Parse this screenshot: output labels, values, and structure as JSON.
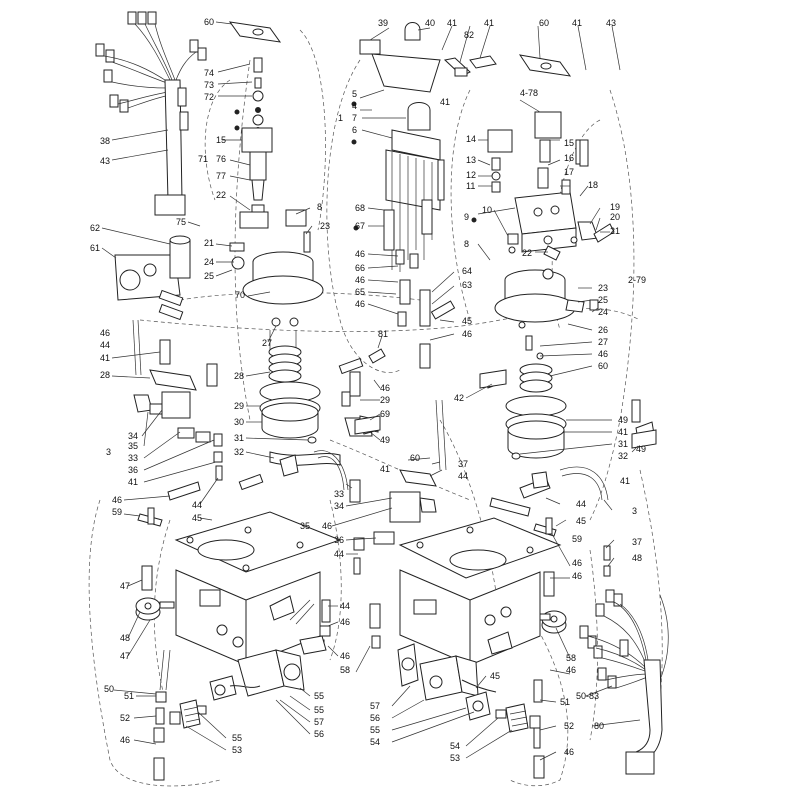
{
  "callouts": [
    {
      "id": "c1",
      "text": "60"
    },
    {
      "id": "c2",
      "text": "39"
    },
    {
      "id": "c3",
      "text": "40"
    },
    {
      "id": "c4",
      "text": "41"
    },
    {
      "id": "c5",
      "text": "82"
    },
    {
      "id": "c6",
      "text": "41"
    },
    {
      "id": "c7",
      "text": "60"
    },
    {
      "id": "c8",
      "text": "41"
    },
    {
      "id": "c9",
      "text": "43"
    },
    {
      "id": "c10",
      "text": "74"
    },
    {
      "id": "c11",
      "text": "73"
    },
    {
      "id": "c12",
      "text": "72"
    },
    {
      "id": "c13",
      "text": "5"
    },
    {
      "id": "c14",
      "text": "4"
    },
    {
      "id": "c15",
      "text": "41"
    },
    {
      "id": "c16",
      "text": "4-78"
    },
    {
      "id": "c17",
      "text": "1"
    },
    {
      "id": "c18",
      "text": "7"
    },
    {
      "id": "c19",
      "text": "6"
    },
    {
      "id": "c20",
      "text": "15"
    },
    {
      "id": "c21",
      "text": "14"
    },
    {
      "id": "c22",
      "text": "15"
    },
    {
      "id": "c23",
      "text": "38"
    },
    {
      "id": "c24",
      "text": "71"
    },
    {
      "id": "c25",
      "text": "76"
    },
    {
      "id": "c26",
      "text": "16"
    },
    {
      "id": "c27",
      "text": "13"
    },
    {
      "id": "c28",
      "text": "43"
    },
    {
      "id": "c29",
      "text": "77"
    },
    {
      "id": "c30",
      "text": "12"
    },
    {
      "id": "c31",
      "text": "11"
    },
    {
      "id": "c32",
      "text": "17"
    },
    {
      "id": "c33",
      "text": "18"
    },
    {
      "id": "c34",
      "text": "22"
    },
    {
      "id": "c35",
      "text": "8"
    },
    {
      "id": "c36",
      "text": "68"
    },
    {
      "id": "c37",
      "text": "10"
    },
    {
      "id": "c38",
      "text": "19"
    },
    {
      "id": "c39",
      "text": "75"
    },
    {
      "id": "c40",
      "text": "9"
    },
    {
      "id": "c41",
      "text": "20"
    },
    {
      "id": "c42",
      "text": "23"
    },
    {
      "id": "c43",
      "text": "67"
    },
    {
      "id": "c44",
      "text": "21"
    },
    {
      "id": "c45",
      "text": "62"
    },
    {
      "id": "c46",
      "text": "21"
    },
    {
      "id": "c47",
      "text": "22"
    },
    {
      "id": "c48",
      "text": "8"
    },
    {
      "id": "c49",
      "text": "61"
    },
    {
      "id": "c50",
      "text": "24"
    },
    {
      "id": "c51",
      "text": "46"
    },
    {
      "id": "c52",
      "text": "66"
    },
    {
      "id": "c53",
      "text": "25"
    },
    {
      "id": "c54",
      "text": "46"
    },
    {
      "id": "c55",
      "text": "64"
    },
    {
      "id": "c56",
      "text": "2-79"
    },
    {
      "id": "c57",
      "text": "70"
    },
    {
      "id": "c58",
      "text": "65"
    },
    {
      "id": "c59",
      "text": "63"
    },
    {
      "id": "c60",
      "text": "23"
    },
    {
      "id": "c61",
      "text": "46"
    },
    {
      "id": "c62",
      "text": "25"
    },
    {
      "id": "c63",
      "text": "24"
    },
    {
      "id": "c64",
      "text": "46"
    },
    {
      "id": "c65",
      "text": "45"
    },
    {
      "id": "c66",
      "text": "26"
    },
    {
      "id": "c67",
      "text": "44"
    },
    {
      "id": "c68",
      "text": "27"
    },
    {
      "id": "c69",
      "text": "46"
    },
    {
      "id": "c70",
      "text": "27"
    },
    {
      "id": "c71",
      "text": "41"
    },
    {
      "id": "c72",
      "text": "81"
    },
    {
      "id": "c73",
      "text": "28"
    },
    {
      "id": "c74",
      "text": "46"
    },
    {
      "id": "c75",
      "text": "28"
    },
    {
      "id": "c76",
      "text": "60"
    },
    {
      "id": "c77",
      "text": "29"
    },
    {
      "id": "c78",
      "text": "46"
    },
    {
      "id": "c79",
      "text": "29"
    },
    {
      "id": "c80",
      "text": "42"
    },
    {
      "id": "c81",
      "text": "49"
    },
    {
      "id": "c82",
      "text": "30"
    },
    {
      "id": "c83",
      "text": "69"
    },
    {
      "id": "c84",
      "text": "41"
    },
    {
      "id": "c85",
      "text": "31"
    },
    {
      "id": "c86",
      "text": "34"
    },
    {
      "id": "c87",
      "text": "31"
    },
    {
      "id": "c88",
      "text": "49"
    },
    {
      "id": "c89",
      "text": "32"
    },
    {
      "id": "c90",
      "text": "35"
    },
    {
      "id": "c91",
      "text": "3"
    },
    {
      "id": "c92",
      "text": "33"
    },
    {
      "id": "c93",
      "text": "32"
    },
    {
      "id": "c94",
      "text": "49"
    },
    {
      "id": "c95",
      "text": "36"
    },
    {
      "id": "c96",
      "text": "60"
    },
    {
      "id": "c97",
      "text": "41"
    },
    {
      "id": "c98",
      "text": "37"
    },
    {
      "id": "c99",
      "text": "41"
    },
    {
      "id": "c100",
      "text": "41"
    },
    {
      "id": "c101",
      "text": "44"
    },
    {
      "id": "c102",
      "text": "33"
    },
    {
      "id": "c103",
      "text": "44"
    },
    {
      "id": "c104",
      "text": "34"
    },
    {
      "id": "c105",
      "text": "46"
    },
    {
      "id": "c106",
      "text": "44"
    },
    {
      "id": "c107",
      "text": "45"
    },
    {
      "id": "c108",
      "text": "59"
    },
    {
      "id": "c109",
      "text": "3"
    },
    {
      "id": "c110",
      "text": "35"
    },
    {
      "id": "c111",
      "text": "46"
    },
    {
      "id": "c112",
      "text": "45"
    },
    {
      "id": "c113",
      "text": "36"
    },
    {
      "id": "c114",
      "text": "59"
    },
    {
      "id": "c115",
      "text": "44"
    },
    {
      "id": "c116",
      "text": "37"
    },
    {
      "id": "c117",
      "text": "46"
    },
    {
      "id": "c118",
      "text": "48"
    },
    {
      "id": "c119",
      "text": "46"
    },
    {
      "id": "c120",
      "text": "47"
    },
    {
      "id": "c121",
      "text": "44"
    },
    {
      "id": "c122",
      "text": "48"
    },
    {
      "id": "c123",
      "text": "46"
    },
    {
      "id": "c124",
      "text": "47"
    },
    {
      "id": "c125",
      "text": "58"
    },
    {
      "id": "c126",
      "text": "46"
    },
    {
      "id": "c127",
      "text": "46"
    },
    {
      "id": "c128",
      "text": "58"
    },
    {
      "id": "c129",
      "text": "45"
    },
    {
      "id": "c130",
      "text": "50"
    },
    {
      "id": "c131",
      "text": "55"
    },
    {
      "id": "c132",
      "text": "50-83"
    },
    {
      "id": "c133",
      "text": "51"
    },
    {
      "id": "c134",
      "text": "57"
    },
    {
      "id": "c135",
      "text": "55"
    },
    {
      "id": "c136",
      "text": "51"
    },
    {
      "id": "c137",
      "text": "56"
    },
    {
      "id": "c138",
      "text": "57"
    },
    {
      "id": "c139",
      "text": "80"
    },
    {
      "id": "c140",
      "text": "52"
    },
    {
      "id": "c141",
      "text": "55"
    },
    {
      "id": "c142",
      "text": "56"
    },
    {
      "id": "c143",
      "text": "52"
    },
    {
      "id": "c144",
      "text": "54"
    },
    {
      "id": "c145",
      "text": "55"
    },
    {
      "id": "c146",
      "text": "54"
    },
    {
      "id": "c147",
      "text": "46"
    },
    {
      "id": "c148",
      "text": "53"
    },
    {
      "id": "c149",
      "text": "53"
    },
    {
      "id": "c150",
      "text": "46"
    }
  ]
}
